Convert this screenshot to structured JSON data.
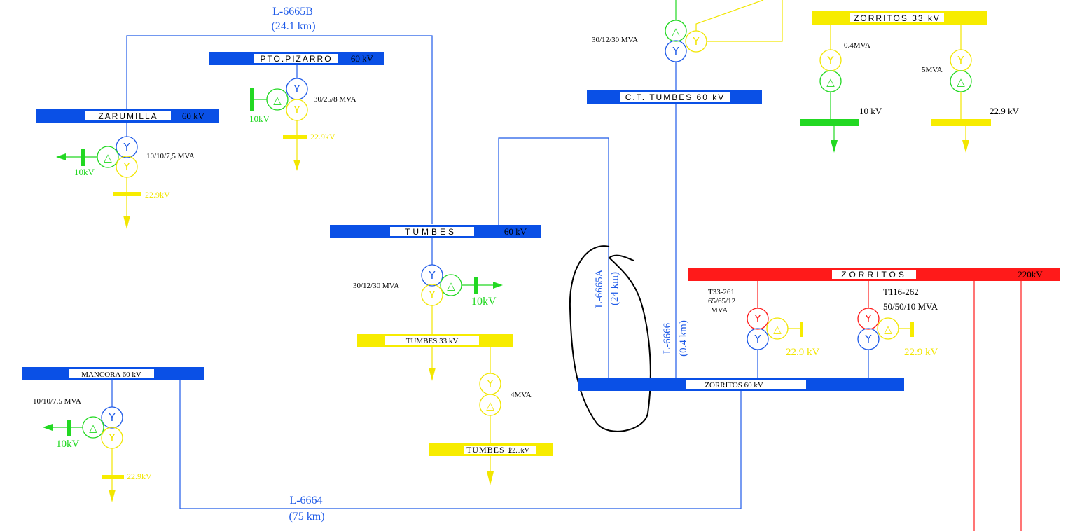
{
  "lines": {
    "l6665b_name": "L-6665B",
    "l6665b_len": "(24.1 km)",
    "l6665a_name": "L-6665A",
    "l6665a_len": "(24 km)",
    "l6666_name": "L-6666",
    "l6666_len": "(0.4 km)",
    "l6664_name": "L-6664",
    "l6664_len": "(75 km)"
  },
  "buses": {
    "pto_pizarro": {
      "name": "PTO.PIZARRO",
      "kv": "60 kV"
    },
    "zarumilla": {
      "name": "ZARUMILLA",
      "kv": "60 kV"
    },
    "tumbes": {
      "name": "TUMBES",
      "kv": "60 kV"
    },
    "tumbes33": {
      "name": "TUMBES 33 kV"
    },
    "tumbes1": {
      "name": "TUMBES 1",
      "kv": "22.9kV"
    },
    "mancora": {
      "name": "MANCORA 60 kV"
    },
    "ct_tumbes": {
      "name": "C.T. TUMBES 60 kV"
    },
    "zorritos33": {
      "name": "ZORRITOS 33 kV"
    },
    "zorritos60": {
      "name": "ZORRITOS 60 kV"
    },
    "zorritos220": {
      "name": "ZORRITOS",
      "kv": "220kV"
    },
    "zorritos33_10kv": {
      "kv": "10 kV"
    },
    "zorritos33_229kv": {
      "kv": "22.9 kV"
    }
  },
  "transformers": {
    "pizarro": {
      "rating": "30/25/8 MVA",
      "lv_green": "10kV",
      "lv_yellow": "22.9kV"
    },
    "zarumilla": {
      "rating": "10/10/7,5 MVA",
      "lv_green": "10kV",
      "lv_yellow": "22.9kV"
    },
    "tumbes": {
      "rating": "30/12/30 MVA",
      "lv_green": "10kV"
    },
    "tumbes1": {
      "rating": "4MVA"
    },
    "mancora": {
      "rating": "10/10/7.5 MVA",
      "lv_green": "10kV",
      "lv_yellow": "22.9kV"
    },
    "ct_tumbes": {
      "rating": "30/12/30 MVA"
    },
    "zorritos33_a": {
      "rating": "0.4MVA"
    },
    "zorritos33_b": {
      "rating": "5MVA"
    },
    "t33_261": {
      "name": "T33-261",
      "rating_1": "65/65/12",
      "rating_2": "MVA",
      "lv_yellow": "22.9 kV"
    },
    "t116_262": {
      "name": "T116-262",
      "rating": "50/50/10 MVA",
      "lv_yellow": "22.9 kV"
    }
  },
  "colors": {
    "bus_60kv": "#0a50e6",
    "bus_33kv_229": "#f7ec00",
    "bus_10kv": "#22d822",
    "bus_220kv": "#ff1a1a"
  }
}
